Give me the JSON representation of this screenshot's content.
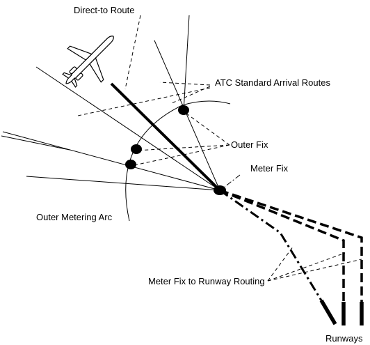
{
  "labels": {
    "direct_to_route": "Direct-to Route",
    "atc_standard_arrival_routes": "ATC Standard Arrival Routes",
    "outer_fix": "Outer Fix",
    "meter_fix": "Meter Fix",
    "outer_metering_arc": "Outer Metering Arc",
    "meter_fix_to_runway_routing": "Meter Fix to Runway Routing",
    "runways": "Runways"
  },
  "colors": {
    "ink": "#000000",
    "background": "#ffffff"
  },
  "icons": {
    "aircraft": "airplane-icon",
    "fix": "fix-marker"
  }
}
